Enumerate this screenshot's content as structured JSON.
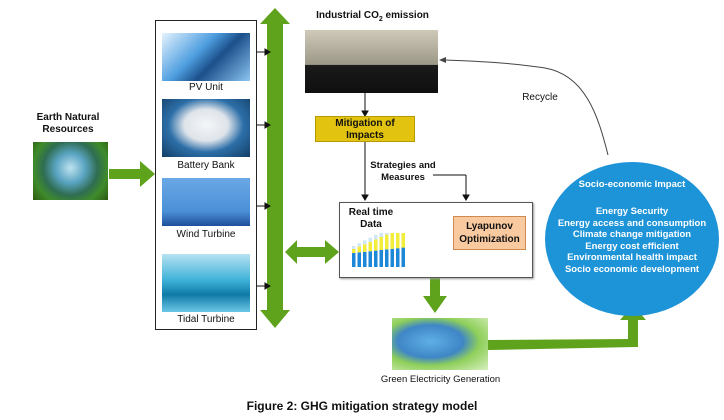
{
  "earth": {
    "label_line1": "Earth Natural",
    "label_line2": "Resources",
    "icon": "earth-globe-image"
  },
  "sources": [
    {
      "label": "PV Unit",
      "icon": "solar-panel-image"
    },
    {
      "label": "Battery Bank",
      "icon": "battery-bank-image"
    },
    {
      "label": "Wind Turbine",
      "icon": "wind-turbine-image"
    },
    {
      "label": "Tidal Turbine",
      "icon": "tidal-turbine-image"
    }
  ],
  "industrial": {
    "label_prefix": "Industrial CO",
    "label_sub": "2",
    "label_suffix": " emission",
    "icon": "factory-image"
  },
  "mitigation": {
    "line1": "Mitigation of",
    "line2": "Impacts"
  },
  "strategies": {
    "line1": "Strategies and",
    "line2": "Measures"
  },
  "realtime": {
    "line1": "Real time",
    "line2": "Data"
  },
  "lyapunov": {
    "line1": "Lyapunov",
    "line2": "Optimization"
  },
  "recycle": "Recycle",
  "socio": {
    "title": "Socio-economic Impact",
    "items": [
      "Energy Security",
      "Energy access and consumption",
      "Climate change mitigation",
      "Energy cost efficient",
      "Environmental health impact",
      "Socio economic development"
    ]
  },
  "green": {
    "label": "Green Electricity Generation",
    "icon": "light-bulb-image"
  },
  "caption": "Figure 2: GHG mitigation strategy model",
  "colors": {
    "arrow_green": "#5fa31c",
    "socio_blue": "#1e94d8",
    "mitigation_yellow": "#e2c30f",
    "lyapunov_orange": "#f9c9a0"
  }
}
